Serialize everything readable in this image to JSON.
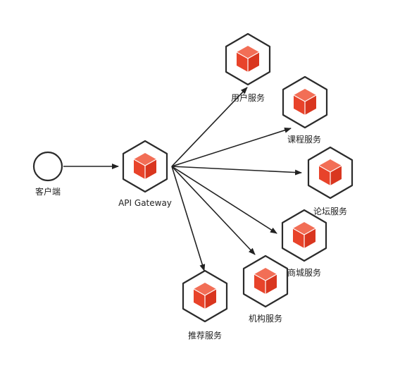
{
  "diagram": {
    "client": {
      "label": "客户端",
      "icon": "client-circle-icon"
    },
    "gateway": {
      "label": "API Gateway",
      "icon": "service-cube-icon"
    },
    "services": [
      {
        "id": "user",
        "label": "用户服务",
        "icon": "service-cube-icon"
      },
      {
        "id": "course",
        "label": "课程服务",
        "icon": "service-cube-icon"
      },
      {
        "id": "forum",
        "label": "论坛服务",
        "icon": "service-cube-icon"
      },
      {
        "id": "mall",
        "label": "商城服务",
        "icon": "service-cube-icon"
      },
      {
        "id": "org",
        "label": "机构服务",
        "icon": "service-cube-icon"
      },
      {
        "id": "recommend",
        "label": "推荐服务",
        "icon": "service-cube-icon"
      }
    ],
    "colors": {
      "cube_primary": "#e8432a",
      "outline": "#2b2b2b",
      "edge": "#222222"
    }
  }
}
